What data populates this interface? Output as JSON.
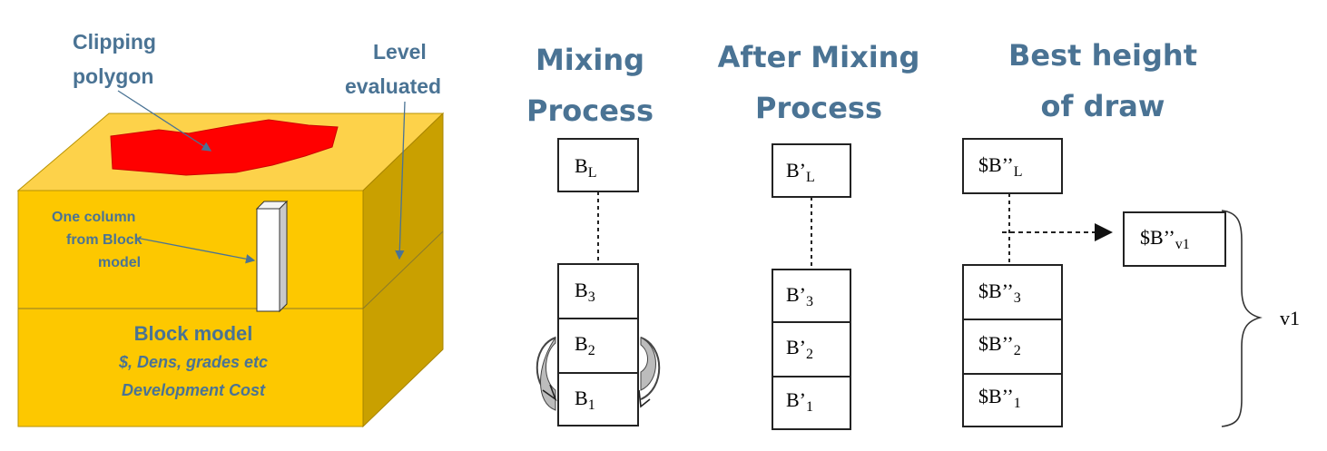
{
  "block_model_figure": {
    "clipping_label_line1": "Clipping",
    "clipping_label_line2": "polygon",
    "level_label_line1": "Level",
    "level_label_line2": "evaluated",
    "column_label_line1": "One column",
    "column_label_line2": "from  Block",
    "column_label_line3": "model",
    "block_title": "Block model",
    "block_line2": "$, Dens, grades etc",
    "block_line3": "Development Cost",
    "colors": {
      "block_face": "#fdc800",
      "block_side": "#c9a000",
      "block_top": "#fdd24a",
      "polygon": "#ff0000"
    }
  },
  "mixing": {
    "title_line1": "Mixing",
    "title_line2": "Process",
    "top_sym": "B",
    "top_sub": "L",
    "b3_sym": "B",
    "b3_sub": "3",
    "b2_sym": "B",
    "b2_sub": "2",
    "b1_sym": "B",
    "b1_sub": "1"
  },
  "after_mixing": {
    "title_line1": "After Mixing",
    "title_line2": "Process",
    "top_sym": "B’",
    "top_sub": "L",
    "b3_sym": "B’",
    "b3_sub": "3",
    "b2_sym": "B’",
    "b2_sub": "2",
    "b1_sym": "B’",
    "b1_sub": "1"
  },
  "best_height": {
    "title_line1": "Best height",
    "title_line2": "of draw",
    "top_sym": "$B’’",
    "top_sub": "L",
    "b3_sym": "$B’’",
    "b3_sub": "3",
    "b2_sym": "$B’’",
    "b2_sub": "2",
    "b1_sym": "$B’’",
    "b1_sub": "1",
    "side_sym": "$B’’",
    "side_sub": "v1",
    "brace_label": "v1"
  }
}
